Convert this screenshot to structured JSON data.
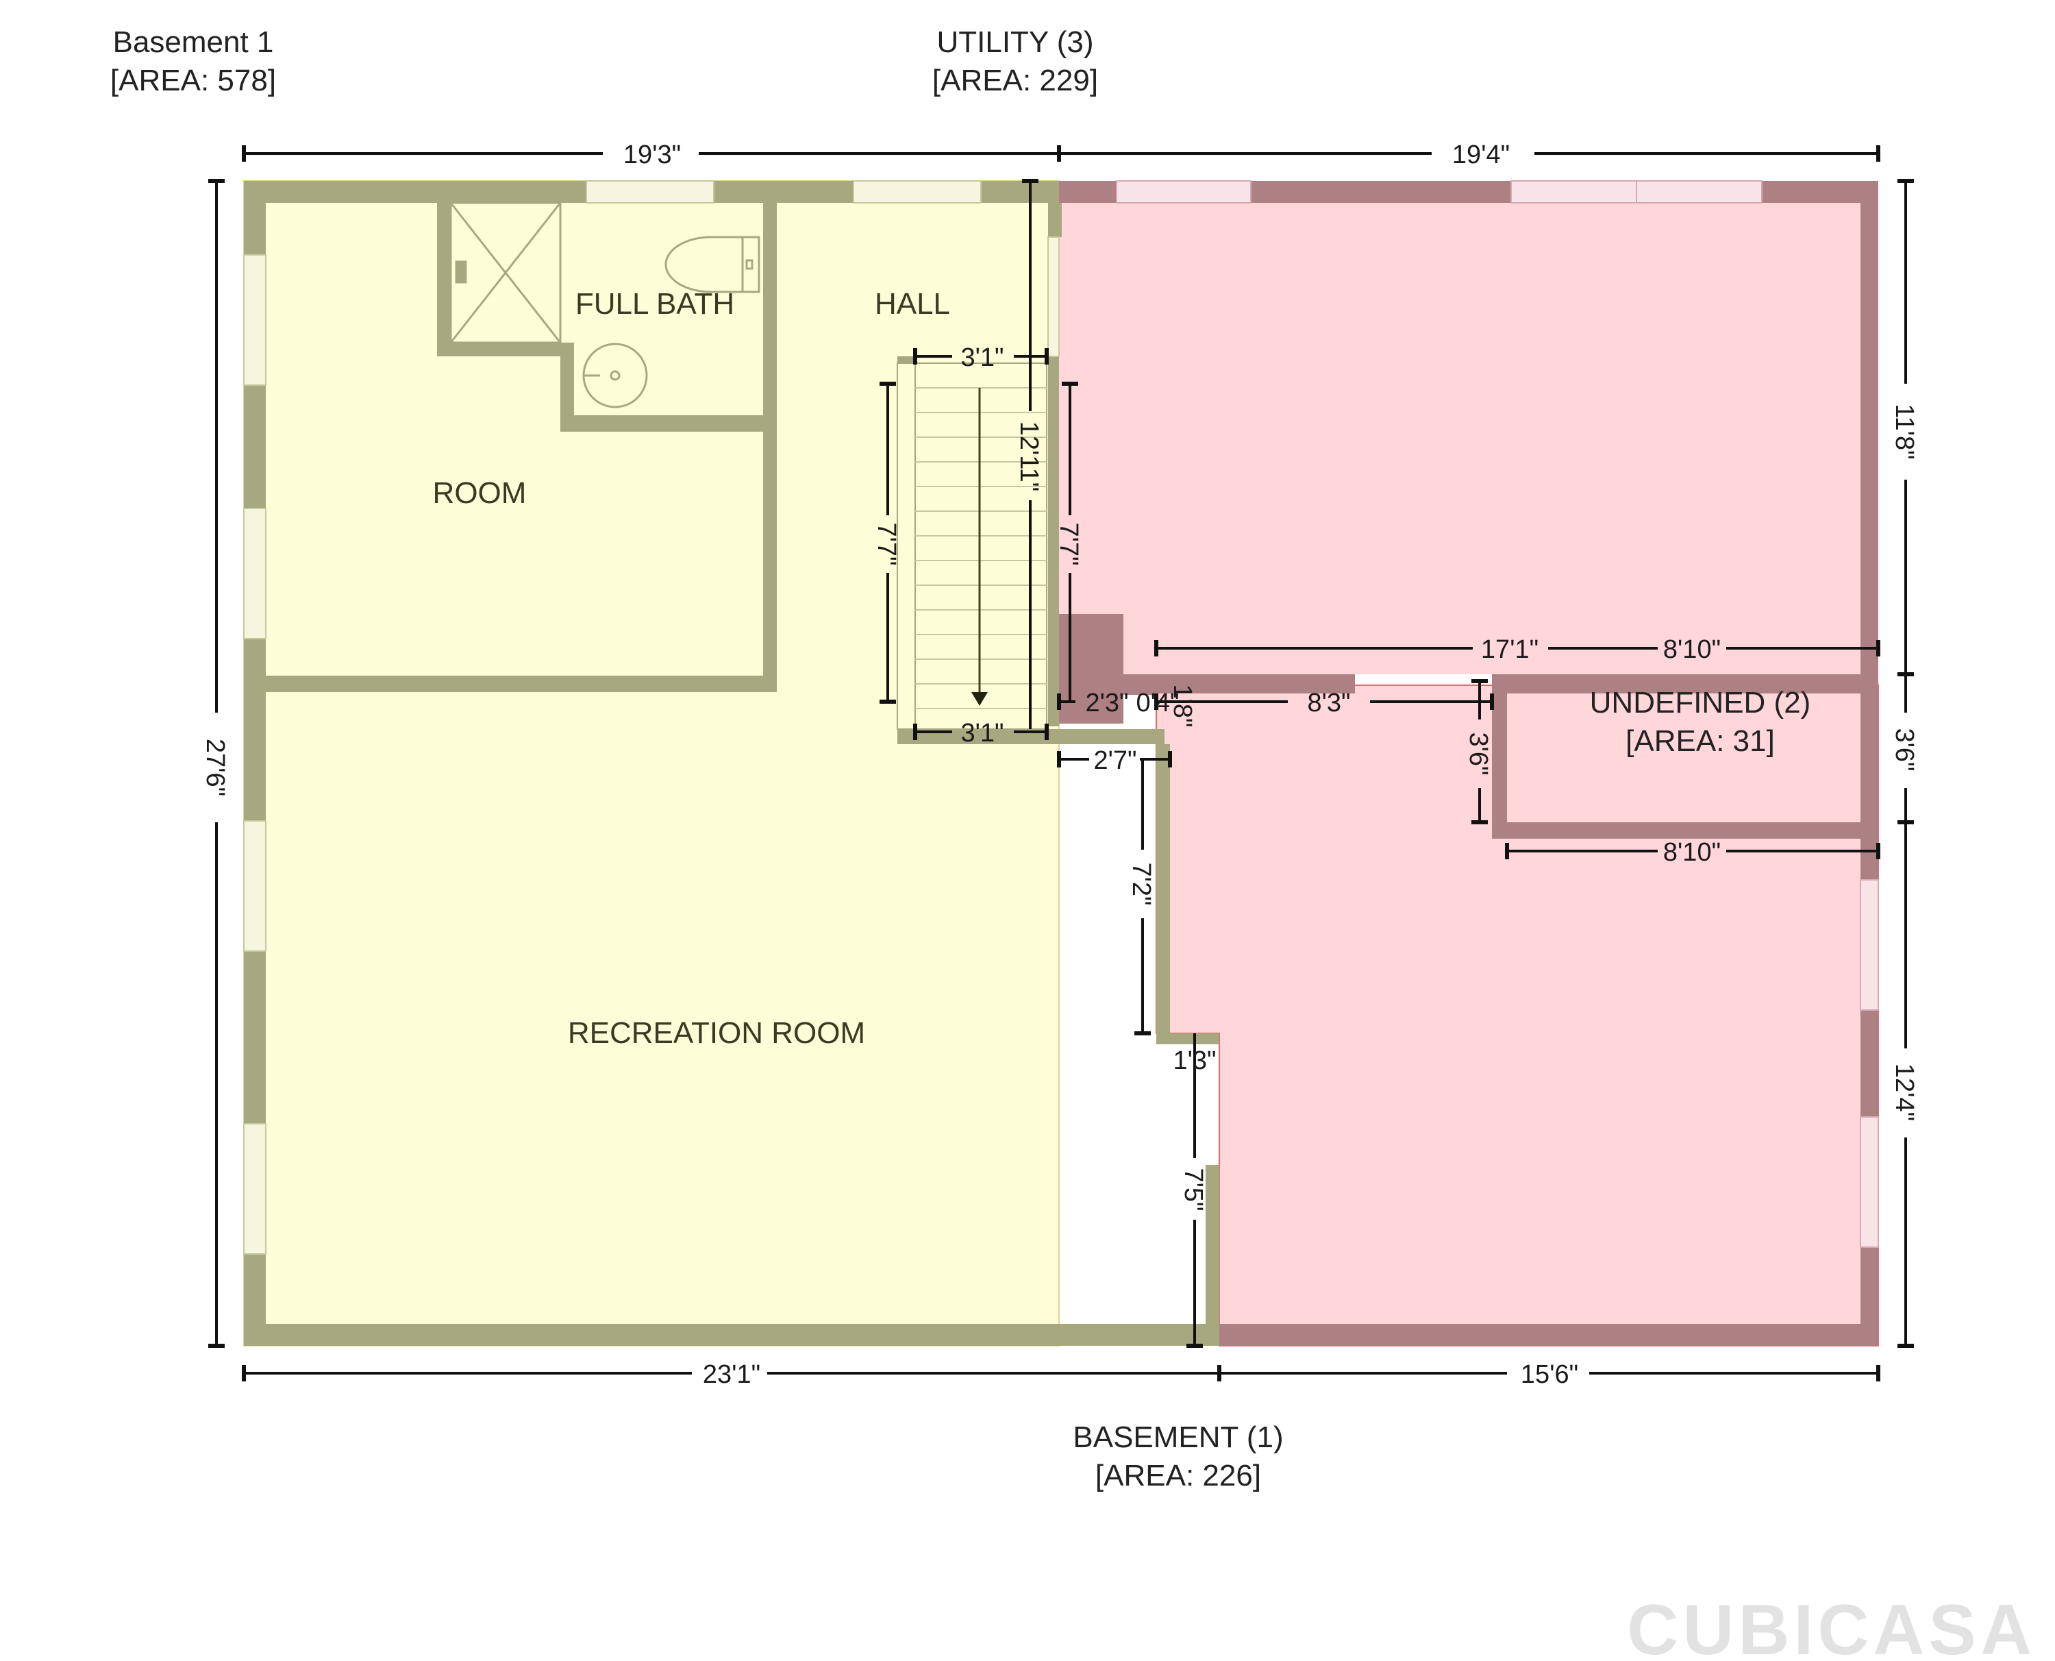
{
  "floor": {
    "name": "Basement 1",
    "area": "[AREA: 578]"
  },
  "zones": {
    "utility": {
      "name": "UTILITY (3)",
      "area": "[AREA: 229]"
    },
    "undefined": {
      "name": "UNDEFINED (2)",
      "area": "[AREA: 31]"
    },
    "basement": {
      "name": "BASEMENT (1)",
      "area": "[AREA: 226]"
    }
  },
  "rooms": {
    "full_bath": "FULL BATH",
    "hall": "HALL",
    "room": "ROOM",
    "recreation_room": "RECREATION ROOM"
  },
  "dimensions": {
    "top_left": "19'3\"",
    "top_right": "19'4\"",
    "left": "27'6\"",
    "right_top": "11'8\"",
    "right_mid": "3'6\"",
    "right_bottom": "12'4\"",
    "bottom_left": "23'1\"",
    "bottom_right": "15'6\"",
    "stair_top": "3'1\"",
    "stair_bottom": "3'1\"",
    "stair_left": "7'7\"",
    "hall_height": "12'11\"",
    "utility_left": "7'7\"",
    "notch_w": "2'3\"",
    "notch_small": "0'4\"",
    "notch_v": "1'8\"",
    "basement_top": "8'3\"",
    "utility_width": "17'1\"",
    "undefined_top": "8'10\"",
    "undefined_left": "3'6\"",
    "undefined_bottom": "8'10\"",
    "step_w": "2'7\"",
    "step_v": "7'2\"",
    "jog": "1'3\"",
    "lower_v": "7'5\""
  },
  "colors": {
    "living": "#fdfdd7",
    "wall_living": "#a8a880",
    "utility": "#ffd6d9",
    "wall_utility": "#ad8184"
  },
  "brand": {
    "logo_text": "CUBICASA"
  }
}
